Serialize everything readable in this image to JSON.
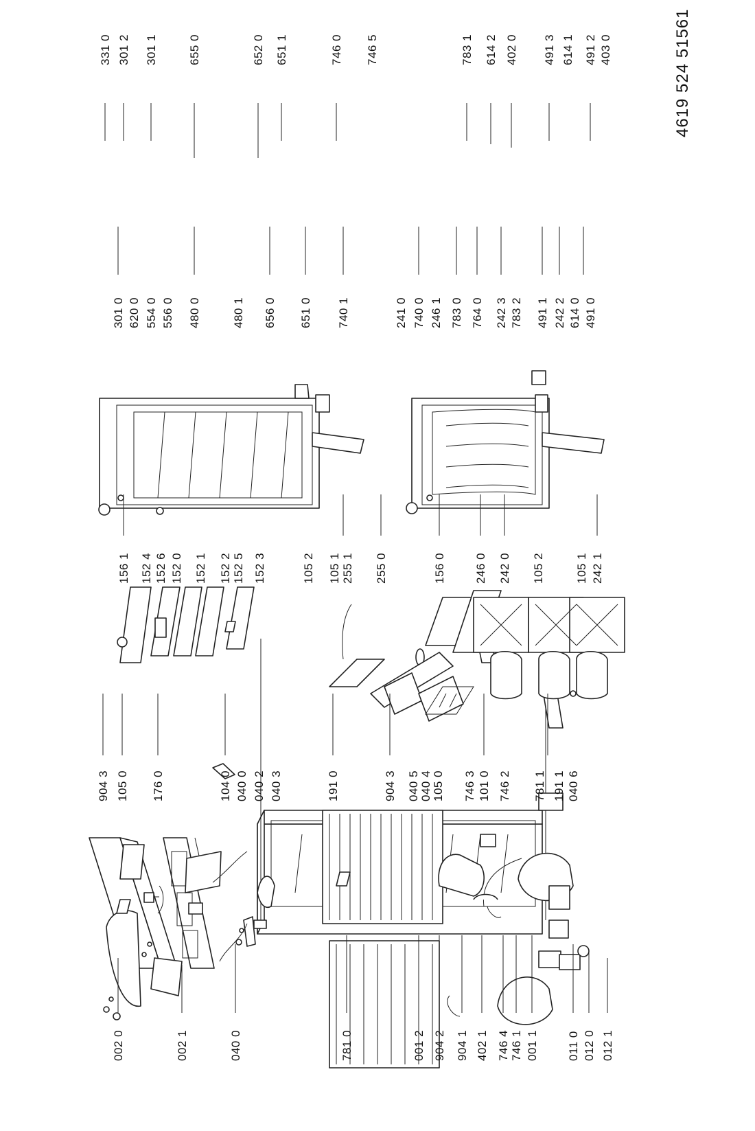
{
  "doc_code": "4619 524 51561",
  "labels": {
    "c0": [
      "002 0",
      "002 1",
      "040 0",
      "781 0",
      "001 2",
      "904 2",
      "904 1",
      "402 1",
      "746 4",
      "746 1",
      "001 1",
      "011 0",
      "012 0",
      "012 1"
    ],
    "c1a": [
      "904 3",
      "105 0",
      "176 0",
      "104 0",
      "040 0",
      "040 2",
      "040 3",
      "191 0"
    ],
    "c1b": [
      "904 3",
      "040 5",
      "040 4",
      "105 0",
      "746 3",
      "101 0",
      "746 2",
      "781 1",
      "191 1",
      "040 6"
    ],
    "c2": [
      "156 1",
      "152 4",
      "152 6",
      "152 0",
      "152 1",
      "152 2",
      "152 5",
      "152 3",
      "105 2",
      "105 1",
      "255 1",
      "255 0",
      "156 0",
      "246 0",
      "242 0",
      "105 2",
      "105 1",
      "242 1"
    ],
    "c3": [
      "301 0",
      "620 0",
      "554 0",
      "556 0",
      "480 0",
      "480 1",
      "656 0",
      "651 0",
      "740 1",
      "241 0",
      "740 0",
      "246 1",
      "783 0",
      "764 0",
      "242 3",
      "783 2",
      "491 1",
      "242 2",
      "614 0",
      "491 0"
    ],
    "c4": [
      "331 0",
      "301 2",
      "301 1",
      "655 0",
      "652 0",
      "651 1",
      "746 0",
      "746 5",
      "783 1",
      "614 2",
      "402 0",
      "491 3",
      "614 1",
      "491 2",
      "403 0"
    ]
  }
}
